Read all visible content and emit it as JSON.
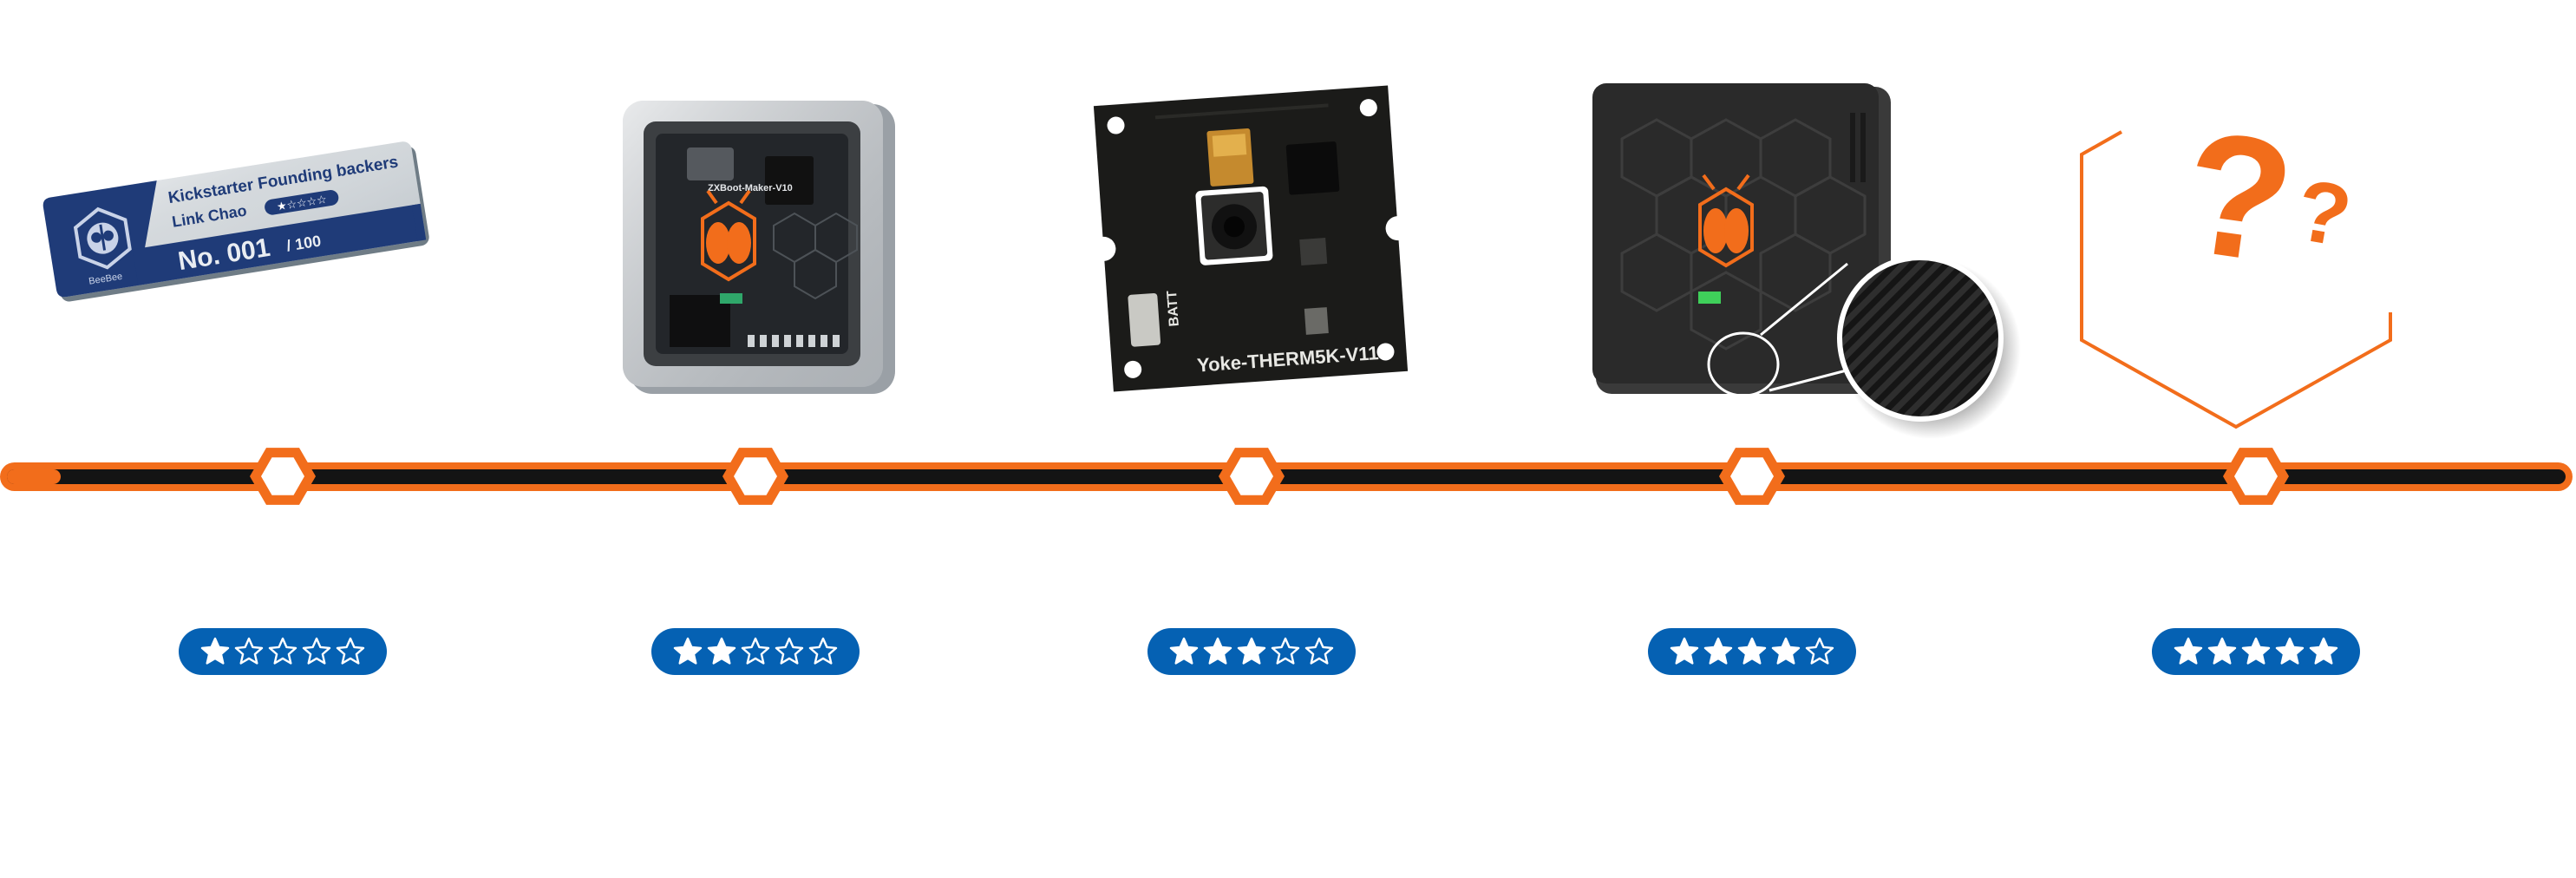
{
  "colors": {
    "accent": "#f26d1b",
    "track": "#141414",
    "badge": "#0561b3",
    "board": "#1b1b19",
    "star_fill": "#ffffff"
  },
  "badge_card": {
    "title": "Kickstarter Founding backers",
    "name": "Link Chao",
    "number": "No. 001",
    "total": "/ 100",
    "logo_caption": "BeeBee",
    "stars": "★☆☆☆☆"
  },
  "products": {
    "maker_board": {
      "label": "ZXBoot-Maker-V10"
    },
    "thermal_board": {
      "label": "Yoke-THERM5K-V11",
      "batt_label": "BATT"
    },
    "mystery": {
      "mark_large": "?",
      "mark_small": "?"
    }
  },
  "milestones": [
    {
      "stars": 1
    },
    {
      "stars": 2
    },
    {
      "stars": 3
    },
    {
      "stars": 4
    },
    {
      "stars": 5
    }
  ],
  "max_stars": 5,
  "icons": [
    "hexagon-node-icon",
    "star-icon",
    "star-outline-icon",
    "bee-logo-icon",
    "magnifier-icon",
    "question-mark-icon"
  ]
}
